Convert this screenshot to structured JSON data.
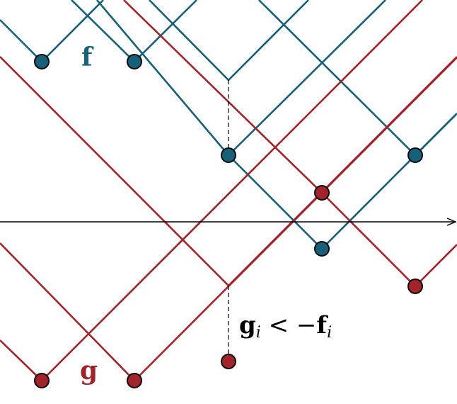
{
  "colors": {
    "f": "#17607a",
    "g": "#a3232b",
    "axis": "#000000"
  },
  "labels": {
    "f_label": "f",
    "g_label": "g",
    "inequality": {
      "g": "g",
      "sub_g": "i",
      "op": " < −",
      "f": "f",
      "sub_f": "i"
    }
  }
}
